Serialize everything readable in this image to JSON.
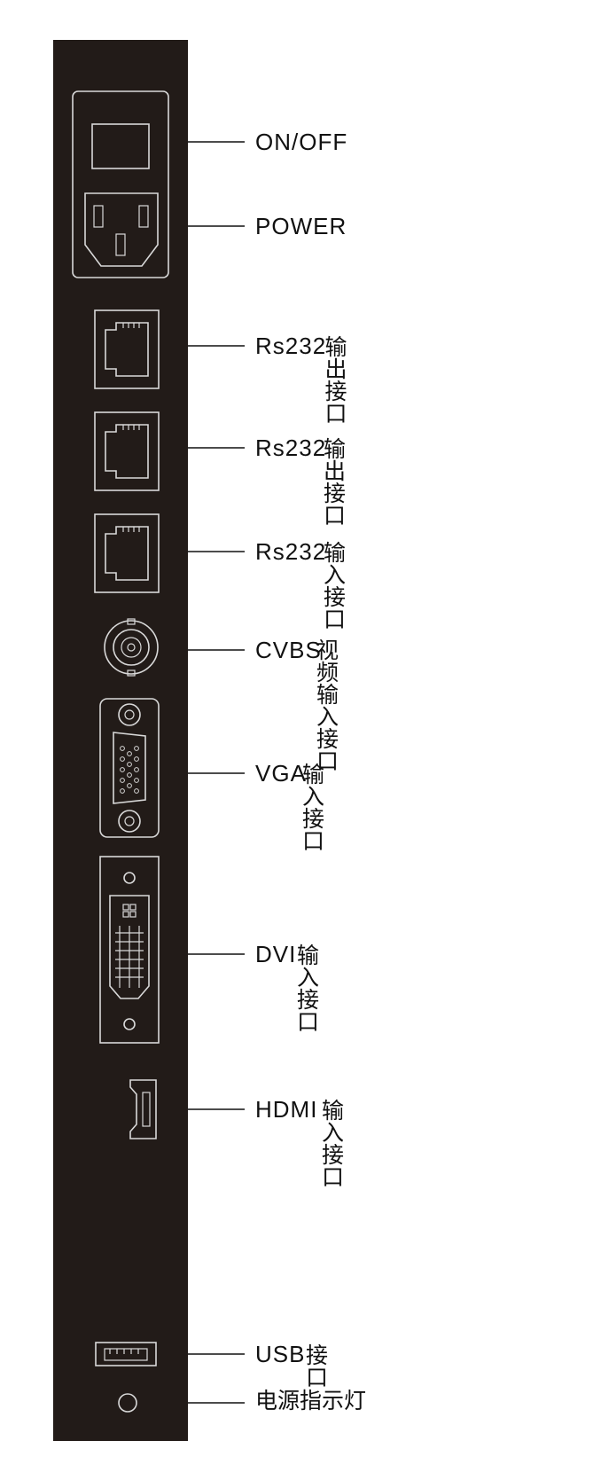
{
  "colors": {
    "panel": "#221b18",
    "port_outline": "#d9d9d9",
    "label_text": "#111111",
    "background": "#ffffff"
  },
  "labels": {
    "on_off": {
      "latin": "ON/OFF",
      "cjk": ""
    },
    "power": {
      "latin": "POWER",
      "cjk": ""
    },
    "rs232_out_1": {
      "latin": "Rs232 ",
      "cjk": "输出接口"
    },
    "rs232_out_2": {
      "latin": "Rs232 ",
      "cjk": "输出接口"
    },
    "rs232_in": {
      "latin": "Rs232 ",
      "cjk": "输入接口"
    },
    "cvbs": {
      "latin": "CVBS",
      "cjk": "视频输入接口"
    },
    "vga": {
      "latin": "VGA",
      "cjk": "输入接口"
    },
    "dvi": {
      "latin": "DVI",
      "cjk": "输入接口"
    },
    "hdmi": {
      "latin": "HDMI",
      "cjk": "输入接口"
    },
    "usb": {
      "latin": "USB",
      "cjk": "接口"
    },
    "power_led": {
      "latin": "",
      "cjk": "电源指示灯"
    }
  }
}
